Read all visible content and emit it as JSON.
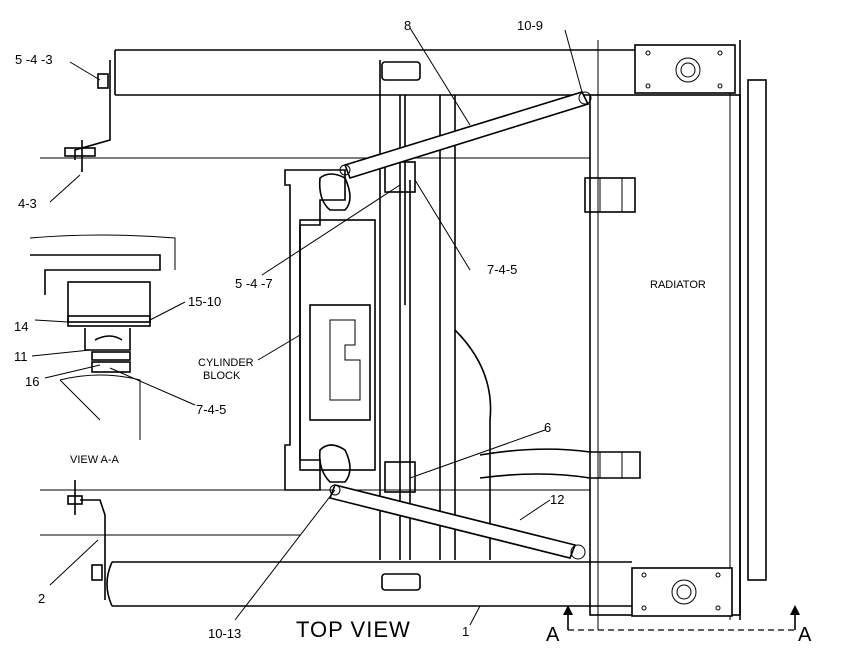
{
  "labels": {
    "p_5_4_3": "5 -4 -3",
    "p_4_3": "4-3",
    "p_8": "8",
    "p_10_9": "10-9",
    "p_5_4_7": "5 -4 -7",
    "p_7_4_5_top": "7-4-5",
    "p_15_10": "15-10",
    "p_14": "14",
    "p_11": "11",
    "p_16": "16",
    "p_7_4_5_view": "7-4-5",
    "view_aa": "VIEW A-A",
    "cylinder_block_1": "CYLINDER",
    "cylinder_block_2": "BLOCK",
    "radiator": "RADIATOR",
    "p_6": "6",
    "p_12": "12",
    "p_2": "2",
    "p_10_13": "10-13",
    "top_view": "TOP VIEW",
    "p_1": "1",
    "section_a_left": "A",
    "section_a_right": "A"
  }
}
